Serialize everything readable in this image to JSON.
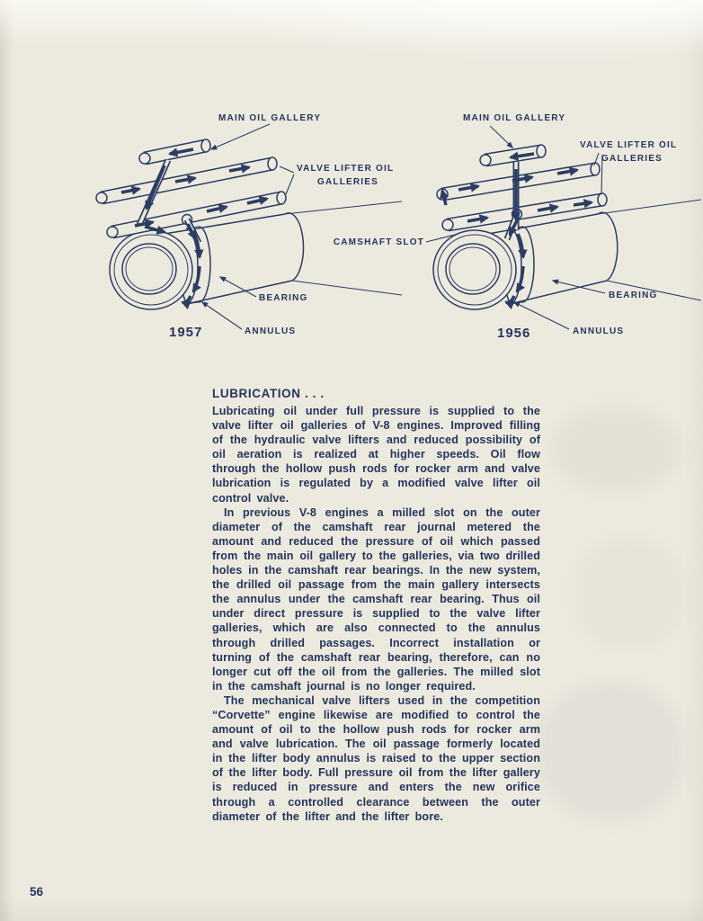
{
  "page": {
    "number": "56",
    "paper_color": "#ece9df",
    "ink_color": "#24365c"
  },
  "figures": [
    {
      "year": "1957",
      "labels": {
        "main_oil_gallery": "MAIN OIL GALLERY",
        "valve_lifter_oil": "VALVE LIFTER OIL",
        "galleries": "GALLERIES",
        "bearing": "BEARING",
        "annulus": "ANNULUS"
      }
    },
    {
      "year": "1956",
      "labels": {
        "main_oil_gallery": "MAIN OIL GALLERY",
        "valve_lifter_oil": "VALVE LIFTER OIL",
        "galleries": "GALLERIES",
        "camshaft_slot": "CAMSHAFT SLOT",
        "bearing": "BEARING",
        "annulus": "ANNULUS"
      }
    }
  ],
  "article": {
    "heading": "LUBRICATION . . .",
    "paragraphs": [
      "Lubricating oil under full pressure is supplied to the valve lifter oil galleries of V-8 engines. Improved filling of the hydraulic valve lifters and reduced possibility of oil aeration is realized at higher speeds. Oil flow through the hollow push rods for rocker arm and valve lubrication is regulated by a modified valve lifter oil control valve.",
      "In previous V-8 engines a milled slot on the outer diameter of the camshaft rear journal metered the amount and reduced the pressure of oil which passed from the main oil gallery to the galleries, via two drilled holes in the camshaft rear bearings. In the new system, the drilled oil passage from the main gallery intersects the annulus under the camshaft rear bearing. Thus oil under direct pressure is supplied to the valve lifter galleries, which are also connected to the annulus through drilled passages. Incorrect installation or turning of the camshaft rear bearing, therefore, can no longer cut off the oil from the galleries. The milled slot in the camshaft journal is no longer required.",
      "The mechanical valve lifters used in the competition “Corvette” engine likewise are modified to control the amount of oil to the hollow push rods for rocker arm and valve lubrication. The oil passage formerly located in the lifter body annulus is raised to the upper section of the lifter body. Full pressure oil from the lifter gallery is reduced in pressure and enters the new orifice through a controlled clearance between the outer diameter of the lifter and the lifter bore."
    ]
  }
}
